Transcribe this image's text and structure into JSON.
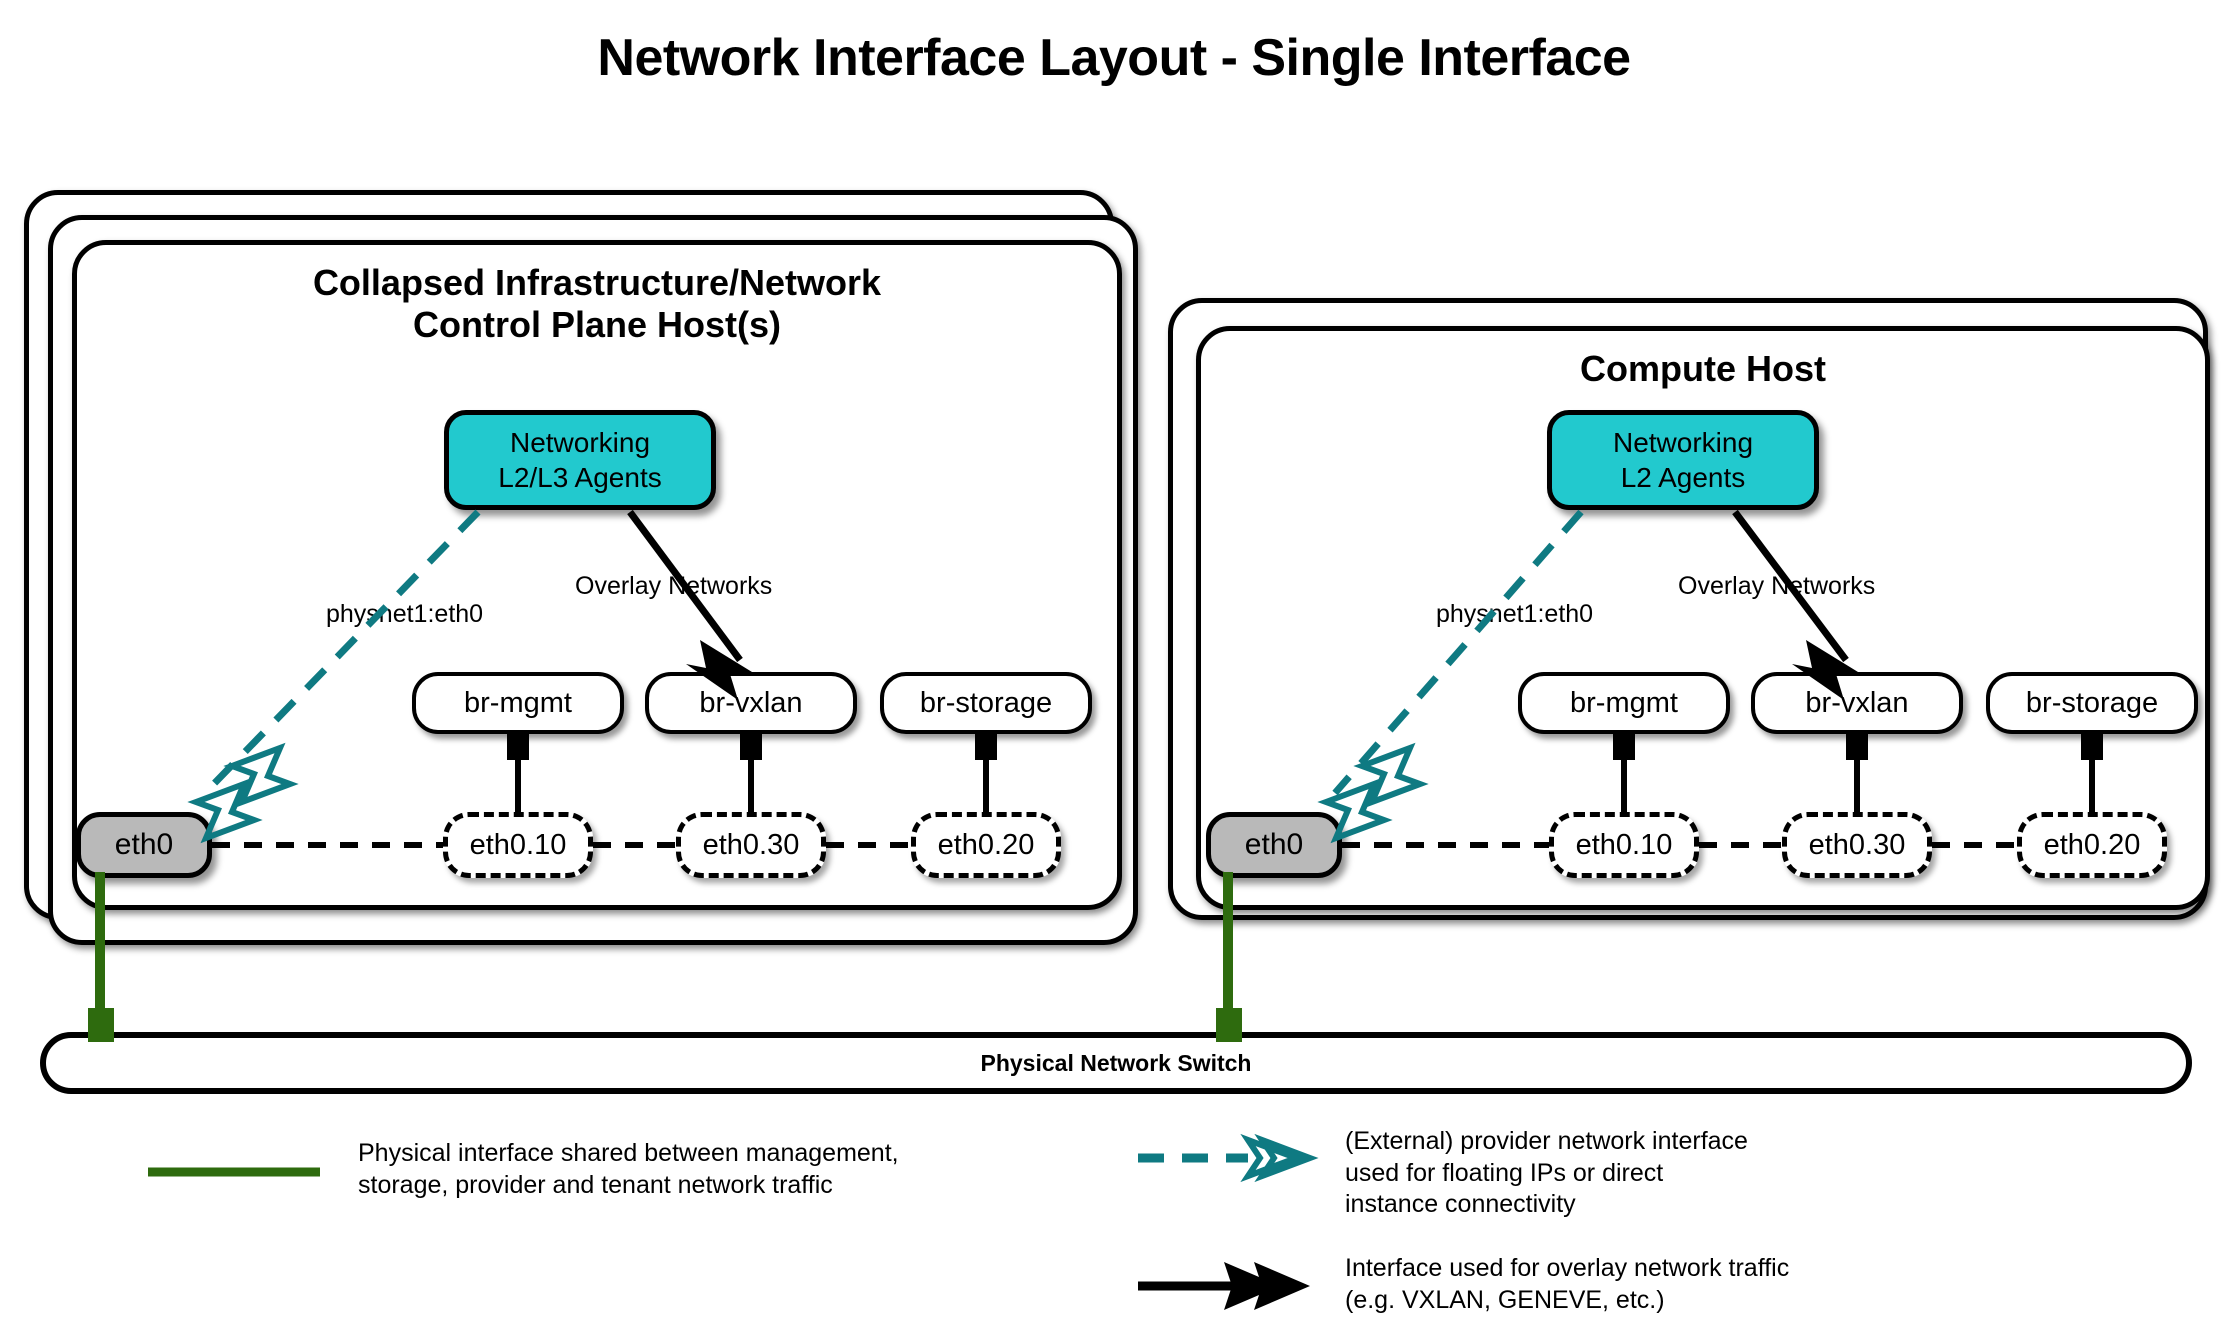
{
  "title": "Network Interface Layout - Single Interface",
  "colors": {
    "agent_fill": "#22c9ce",
    "nic_fill": "#b9b9b9",
    "provider_teal": "#0f7a82",
    "physical_green": "#2e6b0e",
    "overlay_black": "#000000"
  },
  "hosts": [
    {
      "id": "control-plane",
      "title_line1": "Collapsed Infrastructure/Network",
      "title_line2": "Control Plane Host(s)",
      "stack_count": 3,
      "agents": {
        "line1": "Networking",
        "line2": "L2/L3 Agents"
      },
      "provider_label": "physnet1:eth0",
      "overlay_label": "Overlay Networks",
      "nic": "eth0",
      "bridges": [
        {
          "bridge": "br-mgmt",
          "vlan": "eth0.10"
        },
        {
          "bridge": "br-vxlan",
          "vlan": "eth0.30"
        },
        {
          "bridge": "br-storage",
          "vlan": "eth0.20"
        }
      ]
    },
    {
      "id": "compute",
      "title_line1": "Compute Host",
      "title_line2": "",
      "stack_count": 2,
      "agents": {
        "line1": "Networking",
        "line2": "L2 Agents"
      },
      "provider_label": "physnet1:eth0",
      "overlay_label": "Overlay Networks",
      "nic": "eth0",
      "bridges": [
        {
          "bridge": "br-mgmt",
          "vlan": "eth0.10"
        },
        {
          "bridge": "br-vxlan",
          "vlan": "eth0.30"
        },
        {
          "bridge": "br-storage",
          "vlan": "eth0.20"
        }
      ]
    }
  ],
  "switch": {
    "label": "Physical Network Switch"
  },
  "legend": [
    {
      "id": "physical",
      "style": "solid-green-line",
      "text": "Physical interface shared between management,\nstorage, provider and tenant network traffic"
    },
    {
      "id": "provider",
      "style": "dashed-teal-arrow",
      "text": "(External) provider network interface\nused for floating IPs or direct\ninstance connectivity"
    },
    {
      "id": "overlay",
      "style": "solid-black-arrow",
      "text": "Interface used for overlay network traffic\n(e.g. VXLAN, GENEVE, etc.)"
    }
  ]
}
